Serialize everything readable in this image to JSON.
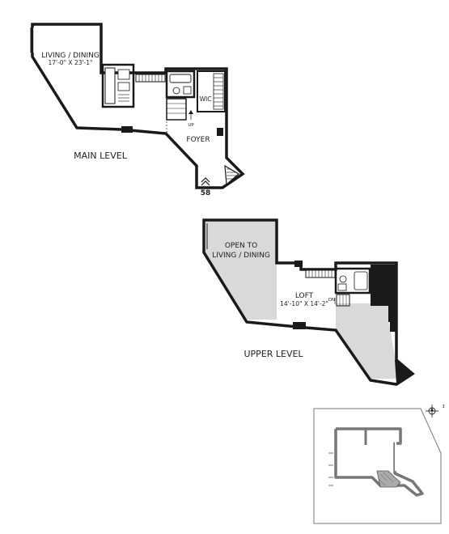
{
  "main_level": {
    "title": "MAIN LEVEL",
    "living_dining": {
      "name": "LIVING / DINING",
      "dims": "17'-0\" X 23'-1\""
    },
    "wic": "WIC",
    "foyer": "FOYER",
    "up": "UP",
    "entry_number": "58"
  },
  "upper_level": {
    "title": "UPPER LEVEL",
    "open_to_line1": "OPEN TO",
    "open_to_line2": "LIVING / DINING",
    "loft": {
      "name": "LOFT",
      "dims": "14'-10\" X 14'-2\""
    },
    "dn": "DN"
  },
  "colors": {
    "wall": "#1a1a1a",
    "open_area": "#d9d9d9",
    "keyplan_line": "#777777",
    "highlight": "#555555"
  },
  "icons": {
    "compass": "compass-icon",
    "entry_marker": "entry-arrow-icon"
  }
}
